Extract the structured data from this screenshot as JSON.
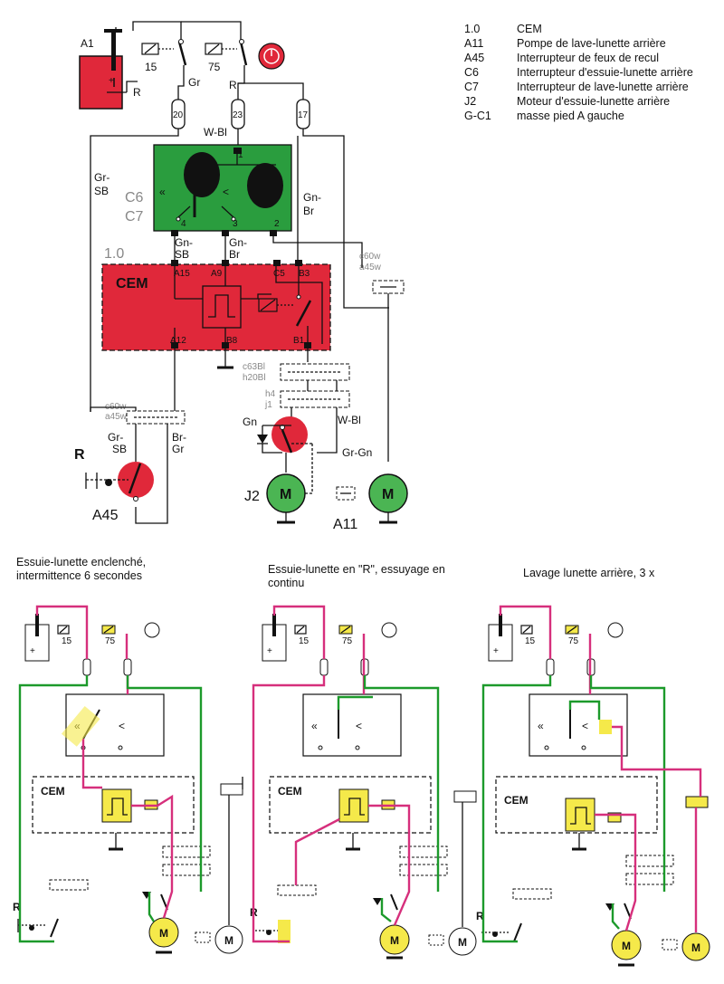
{
  "legend": [
    {
      "code": "1.0",
      "desc": "CEM"
    },
    {
      "code": "A11",
      "desc": "Pompe de lave-lunette arrière"
    },
    {
      "code": "A45",
      "desc": "Interrupteur de feux de recul"
    },
    {
      "code": "C6",
      "desc": "Interrupteur d'essuie-lunette arrière"
    },
    {
      "code": "C7",
      "desc": "Interrupteur de lave-lunette arrière"
    },
    {
      "code": "J2",
      "desc": "Moteur d'essuie-lunette arrière"
    },
    {
      "code": "G-C1",
      "desc": "masse pied A gauche"
    }
  ],
  "main": {
    "battery": "A1",
    "battery_terminal": "R",
    "relay_15": "15",
    "relay_75": "75",
    "wire_gr": "Gr",
    "wire_r": "R",
    "connectors": [
      "20",
      "23",
      "17"
    ],
    "wire_wbl": "W-Bl",
    "pin_1": "1",
    "switch_code_c6": "C6",
    "switch_code_c7": "C7",
    "pin_4": "4",
    "pin_3": "3",
    "pin_2": "2",
    "wire_gr_sb_1": "Gr-",
    "wire_gr_sb_2": "SB",
    "wire_gn_br_1": "Gn-",
    "wire_gn_br_2": "Br",
    "wire_gn_sb_1": "Gn-",
    "wire_gn_sb_2": "SB",
    "wire_gn_br2_1": "Gn-",
    "wire_gn_br2_2": "Br",
    "cem_ref": "1.0",
    "cem_label": "CEM",
    "cem_pins_top": [
      "A15",
      "A9",
      "C5",
      "B3"
    ],
    "cem_pins_bottom": [
      "A12",
      "B8",
      "B1"
    ],
    "var_c60w": "c60w",
    "var_a45w": "a45w",
    "var_c63bl": "c63Bl",
    "var_h20bl": "h20Bl",
    "var_h4": "h4",
    "var_j1": "j1",
    "var_c60w_l": "c60w",
    "var_a45w_l": "a45w",
    "wire_gn": "Gn",
    "wire_wbl2": "W-Bl",
    "wire_gr_sb_l1": "Gr-",
    "wire_gr_sb_l2": "SB",
    "wire_br_gr_1": "Br-",
    "wire_br_gr_2": "Gr",
    "reverse_r": "R",
    "switch_a45": "A45",
    "motor_j2": "J2",
    "motor_m": "M",
    "pump_a11": "A11",
    "pump_m": "M",
    "wire_gr_gn": "Gr-Gn"
  },
  "captions": {
    "c1_line1": "Essuie-lunette enclenché,",
    "c1_line2": "intermittence 6 secondes",
    "c2_line1": "Essuie-lunette en \"R\", essuyage en",
    "c2_line2": "continu",
    "c3_line1": "Lavage lunette arrière, 3 x"
  },
  "mini": {
    "relay_15": "15",
    "relay_75": "75",
    "cem": "CEM",
    "motor": "M",
    "reverse_r": "R"
  },
  "colors": {
    "red_fill": "#e0283a",
    "green_fill": "#2a9d3e",
    "green_motor": "#4bb553",
    "yellow": "#f5e94a",
    "pink_wire": "#d62f7c",
    "green_wire": "#1c9a2b"
  }
}
